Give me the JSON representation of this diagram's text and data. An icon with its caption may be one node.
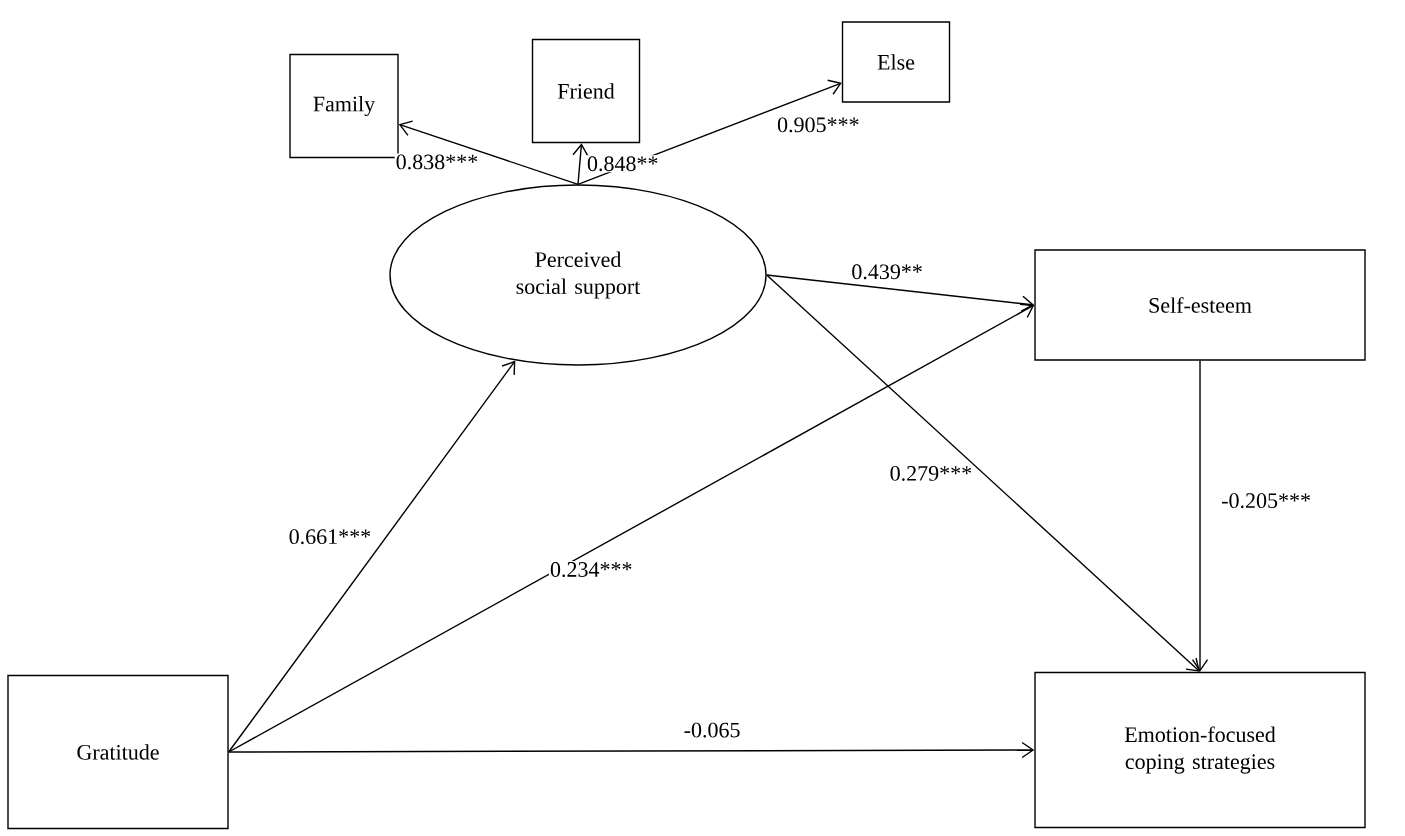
{
  "diagram": {
    "nodes": [
      {
        "text": [
          "Family"
        ]
      },
      {
        "text": [
          "Friend"
        ]
      },
      {
        "text": [
          "Else"
        ]
      },
      {
        "text": [
          "Perceived social support"
        ]
      },
      {
        "text": [
          "Self-esteem"
        ]
      },
      {
        "text": [
          "Emotion-focused coping strategies"
        ]
      },
      {
        "text": [
          "Gratitude"
        ]
      }
    ],
    "edges": [
      {
        "from": 3,
        "to": 0,
        "arrow": "to",
        "label": "0.838***"
      },
      {
        "from": 3,
        "to": 1,
        "arrow": "to",
        "label": "0.848**"
      },
      {
        "from": 3,
        "to": 2,
        "arrow": "to",
        "label": "0.905***"
      },
      {
        "from": 3,
        "to": 4,
        "arrow": "to",
        "label": "0.439**"
      },
      {
        "from": 3,
        "to": 5,
        "arrow": "to",
        "label": "0.279***"
      },
      {
        "from": 4,
        "to": 5,
        "arrow": "to",
        "label": "-0.205***"
      },
      {
        "from": 6,
        "to": 3,
        "arrow": "to",
        "label": "0.661***"
      },
      {
        "from": 6,
        "to": 4,
        "arrow": "to",
        "label": "0.234***"
      },
      {
        "from": 6,
        "to": 5,
        "arrow": "to",
        "label": "-0.065"
      }
    ]
  }
}
